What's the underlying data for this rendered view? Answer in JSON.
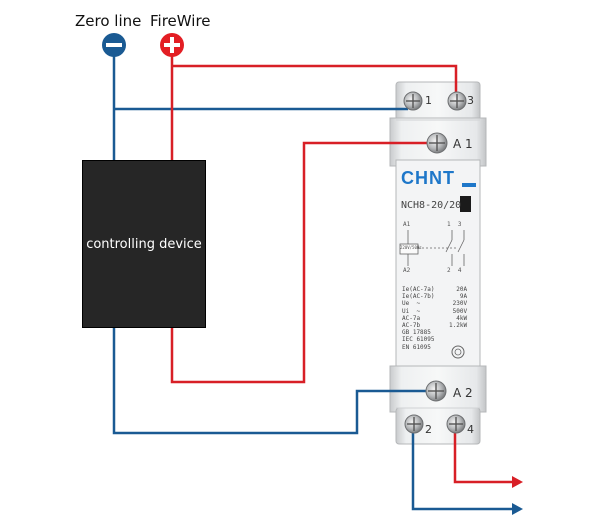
{
  "labels": {
    "zero_line": "Zero line",
    "firewire": "FireWire",
    "device": "controlling device"
  },
  "contactor": {
    "brand": "CHNT",
    "model": "NCH8-20/20",
    "terminals": {
      "t1": "1",
      "t3": "3",
      "a1": "A 1",
      "a2": "A 2",
      "t2": "2",
      "t4": "4"
    },
    "schematic": {
      "a1": "A1",
      "a2": "A2",
      "top_nums": "1  3",
      "bottom_nums": "2  4",
      "coil": "220V/50Hz"
    },
    "specs_left": "Ie(AC-7a)\nIe(AC-7b)\nUe  ~\nUi  ~\nAC-7a\nAC-7b\nGB 17885\nIEC 61095\nEN 61095",
    "specs_right": "20A\n9A\n230V\n500V\n4kW\n1.2kW"
  },
  "colors": {
    "zero_wire": "#1a5a93",
    "fire_wire": "#d81f26",
    "neutral_symbol": "#1a5a93",
    "live_symbol": "#e31e24",
    "brand": "#1e77c9",
    "device_fill": "#262626"
  },
  "icons": {
    "neutral": "minus-icon",
    "live": "plus-icon",
    "arrow": "arrow-right-icon",
    "screw": "screw-terminal-icon"
  }
}
